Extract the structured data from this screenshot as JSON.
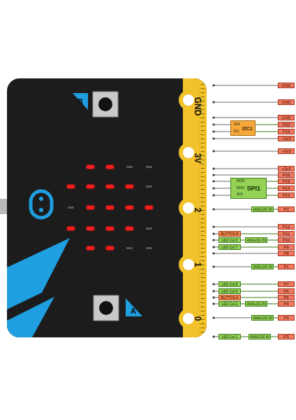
{
  "diagram": {
    "nodes": [
      {
        "text": [
          "GND"
        ]
      },
      {
        "text": [
          "GND"
        ]
      },
      {
        "text": [
          "GND"
        ]
      },
      {
        "text": [
          "SDA",
          "SCL",
          "I2C1"
        ]
      },
      {
        "text": [
          "P20"
        ]
      },
      {
        "text": [
          "P19"
        ]
      },
      {
        "text": [
          "+3v3"
        ]
      },
      {
        "text": [
          "+3v3"
        ]
      },
      {
        "text": [
          "+3v3"
        ]
      },
      {
        "text": [
          "P16"
        ]
      },
      {
        "text": [
          "MOSI",
          "MISO",
          "SCK",
          "SPI1"
        ]
      },
      {
        "text": [
          "P15"
        ]
      },
      {
        "text": [
          "P14"
        ]
      },
      {
        "text": [
          "P13"
        ]
      },
      {
        "text": [
          "ANALOG IN"
        ]
      },
      {
        "text": [
          "P2"
        ]
      },
      {
        "text": [
          "P12"
        ]
      },
      {
        "text": [
          "BUTTON B"
        ]
      },
      {
        "text": [
          "P11"
        ]
      },
      {
        "text": [
          "LED Col 3"
        ]
      },
      {
        "text": [
          "ANALOG IN"
        ]
      },
      {
        "text": [
          "P10"
        ]
      },
      {
        "text": [
          "LED Col 7"
        ]
      },
      {
        "text": [
          "P9"
        ]
      },
      {
        "text": [
          "P8"
        ]
      },
      {
        "text": [
          "ANALOG IN"
        ]
      },
      {
        "text": [
          "P1"
        ]
      },
      {
        "text": [
          "LED Col 8"
        ]
      },
      {
        "text": [
          "P7"
        ]
      },
      {
        "text": [
          "LED Col 9"
        ]
      },
      {
        "text": [
          "P6"
        ]
      },
      {
        "text": [
          "BUTTON A"
        ]
      },
      {
        "text": [
          "P5"
        ]
      },
      {
        "text": [
          "LED Col 2"
        ]
      },
      {
        "text": [
          "ANALOG IN"
        ]
      },
      {
        "text": [
          "P4"
        ]
      },
      {
        "text": [
          "ANALOG IN"
        ]
      },
      {
        "text": [
          "P0"
        ]
      },
      {
        "text": [
          "LED Col 1"
        ]
      },
      {
        "text": [
          "ANALOG IN"
        ]
      },
      {
        "text": [
          "P3"
        ]
      }
    ],
    "edges": [
      {
        "from": 3,
        "to": 4,
        "arrow": "none"
      },
      {
        "from": 3,
        "to": 5,
        "arrow": "none"
      },
      {
        "from": 10,
        "to": 11,
        "arrow": "none"
      },
      {
        "from": 10,
        "to": 12,
        "arrow": "none"
      },
      {
        "from": 10,
        "to": 13,
        "arrow": "none"
      },
      {
        "from": 14,
        "to": 15,
        "arrow": "none"
      },
      {
        "from": 17,
        "to": 18,
        "arrow": "none"
      },
      {
        "from": 19,
        "to": 20,
        "arrow": "none"
      },
      {
        "from": 20,
        "to": 21,
        "arrow": "none"
      },
      {
        "from": 22,
        "to": 23,
        "arrow": "none"
      },
      {
        "from": 25,
        "to": 26,
        "arrow": "none"
      },
      {
        "from": 27,
        "to": 28,
        "arrow": "none"
      },
      {
        "from": 29,
        "to": 30,
        "arrow": "none"
      },
      {
        "from": 31,
        "to": 32,
        "arrow": "none"
      },
      {
        "from": 33,
        "to": 34,
        "arrow": "none"
      },
      {
        "from": 34,
        "to": 35,
        "arrow": "none"
      },
      {
        "from": 36,
        "to": 37,
        "arrow": "none"
      },
      {
        "from": 38,
        "to": 39,
        "arrow": "none"
      },
      {
        "from": 39,
        "to": 40,
        "arrow": "none"
      }
    ],
    "labels": [
      "B",
      "GND",
      "3V",
      "2",
      "1",
      "A",
      "0"
    ]
  }
}
